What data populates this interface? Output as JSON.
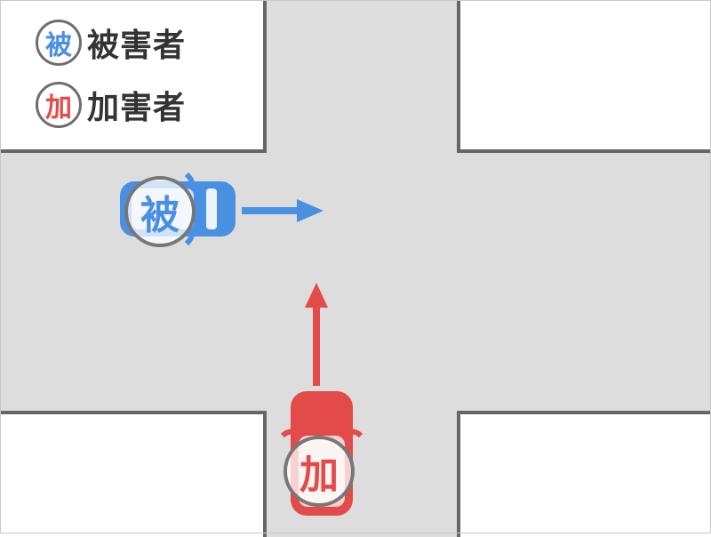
{
  "legend": {
    "victim": {
      "badge": "被",
      "label": "被害者",
      "color": "#4a90e2"
    },
    "offender": {
      "badge": "加",
      "label": "加害者",
      "color": "#e34a4a"
    }
  },
  "vehicles": [
    {
      "role": "victim",
      "label": "被",
      "color": "#4a90e2",
      "direction": "east"
    },
    {
      "role": "offender",
      "label": "加",
      "color": "#e34a4a",
      "direction": "north"
    }
  ],
  "colors": {
    "road": "#dddddd",
    "curb": "#666666",
    "block": "#ffffff"
  }
}
